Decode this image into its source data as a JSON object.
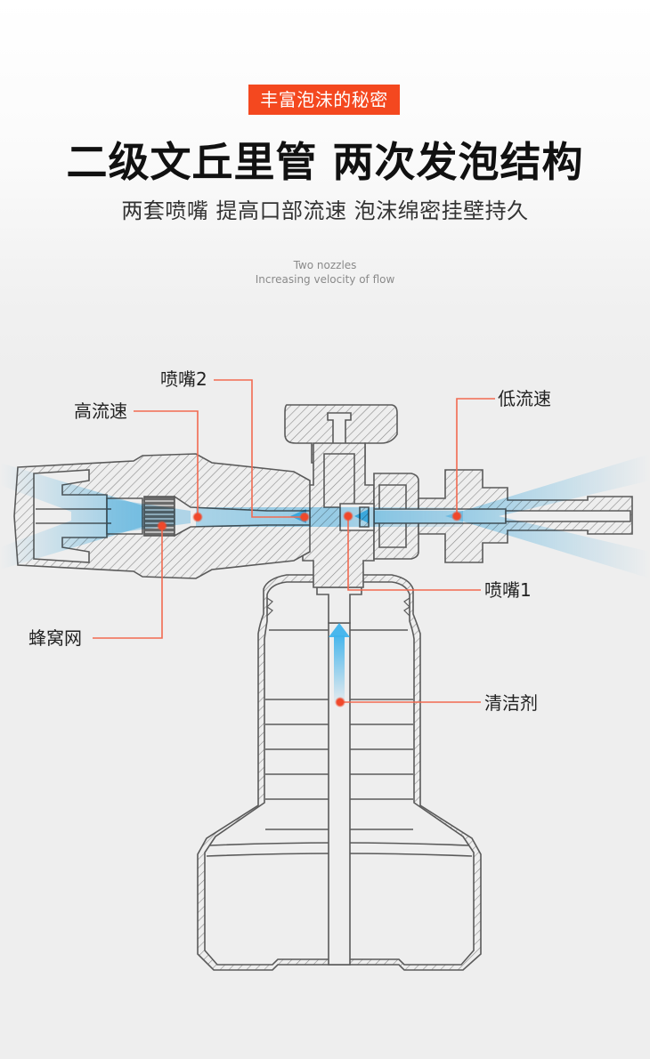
{
  "header": {
    "badge": "丰富泡沫的秘密",
    "title": "二级文丘里管 两次发泡结构",
    "subtitle": "两套喷嘴 提高口部流速 泡沫绵密挂壁持久",
    "english_line1": "Two nozzles",
    "english_line2": "Increasing velocity of flow"
  },
  "colors": {
    "accent": "#f4481f",
    "callout_line": "#f26a50",
    "callout_dot": "#f0482a",
    "flow_blue": "#3fb3ec",
    "outline": "#5a5a5a",
    "hatch": "#8a8a8a"
  },
  "diagram": {
    "subject": "foam cannon cross-section",
    "callouts": [
      {
        "id": "nozzle2",
        "label": "喷嘴2"
      },
      {
        "id": "high-speed",
        "label": "高流速"
      },
      {
        "id": "low-speed",
        "label": "低流速"
      },
      {
        "id": "nozzle1",
        "label": "喷嘴1"
      },
      {
        "id": "honeycomb-mesh",
        "label": "蜂窝网"
      },
      {
        "id": "detergent",
        "label": "清洁剂"
      }
    ]
  }
}
